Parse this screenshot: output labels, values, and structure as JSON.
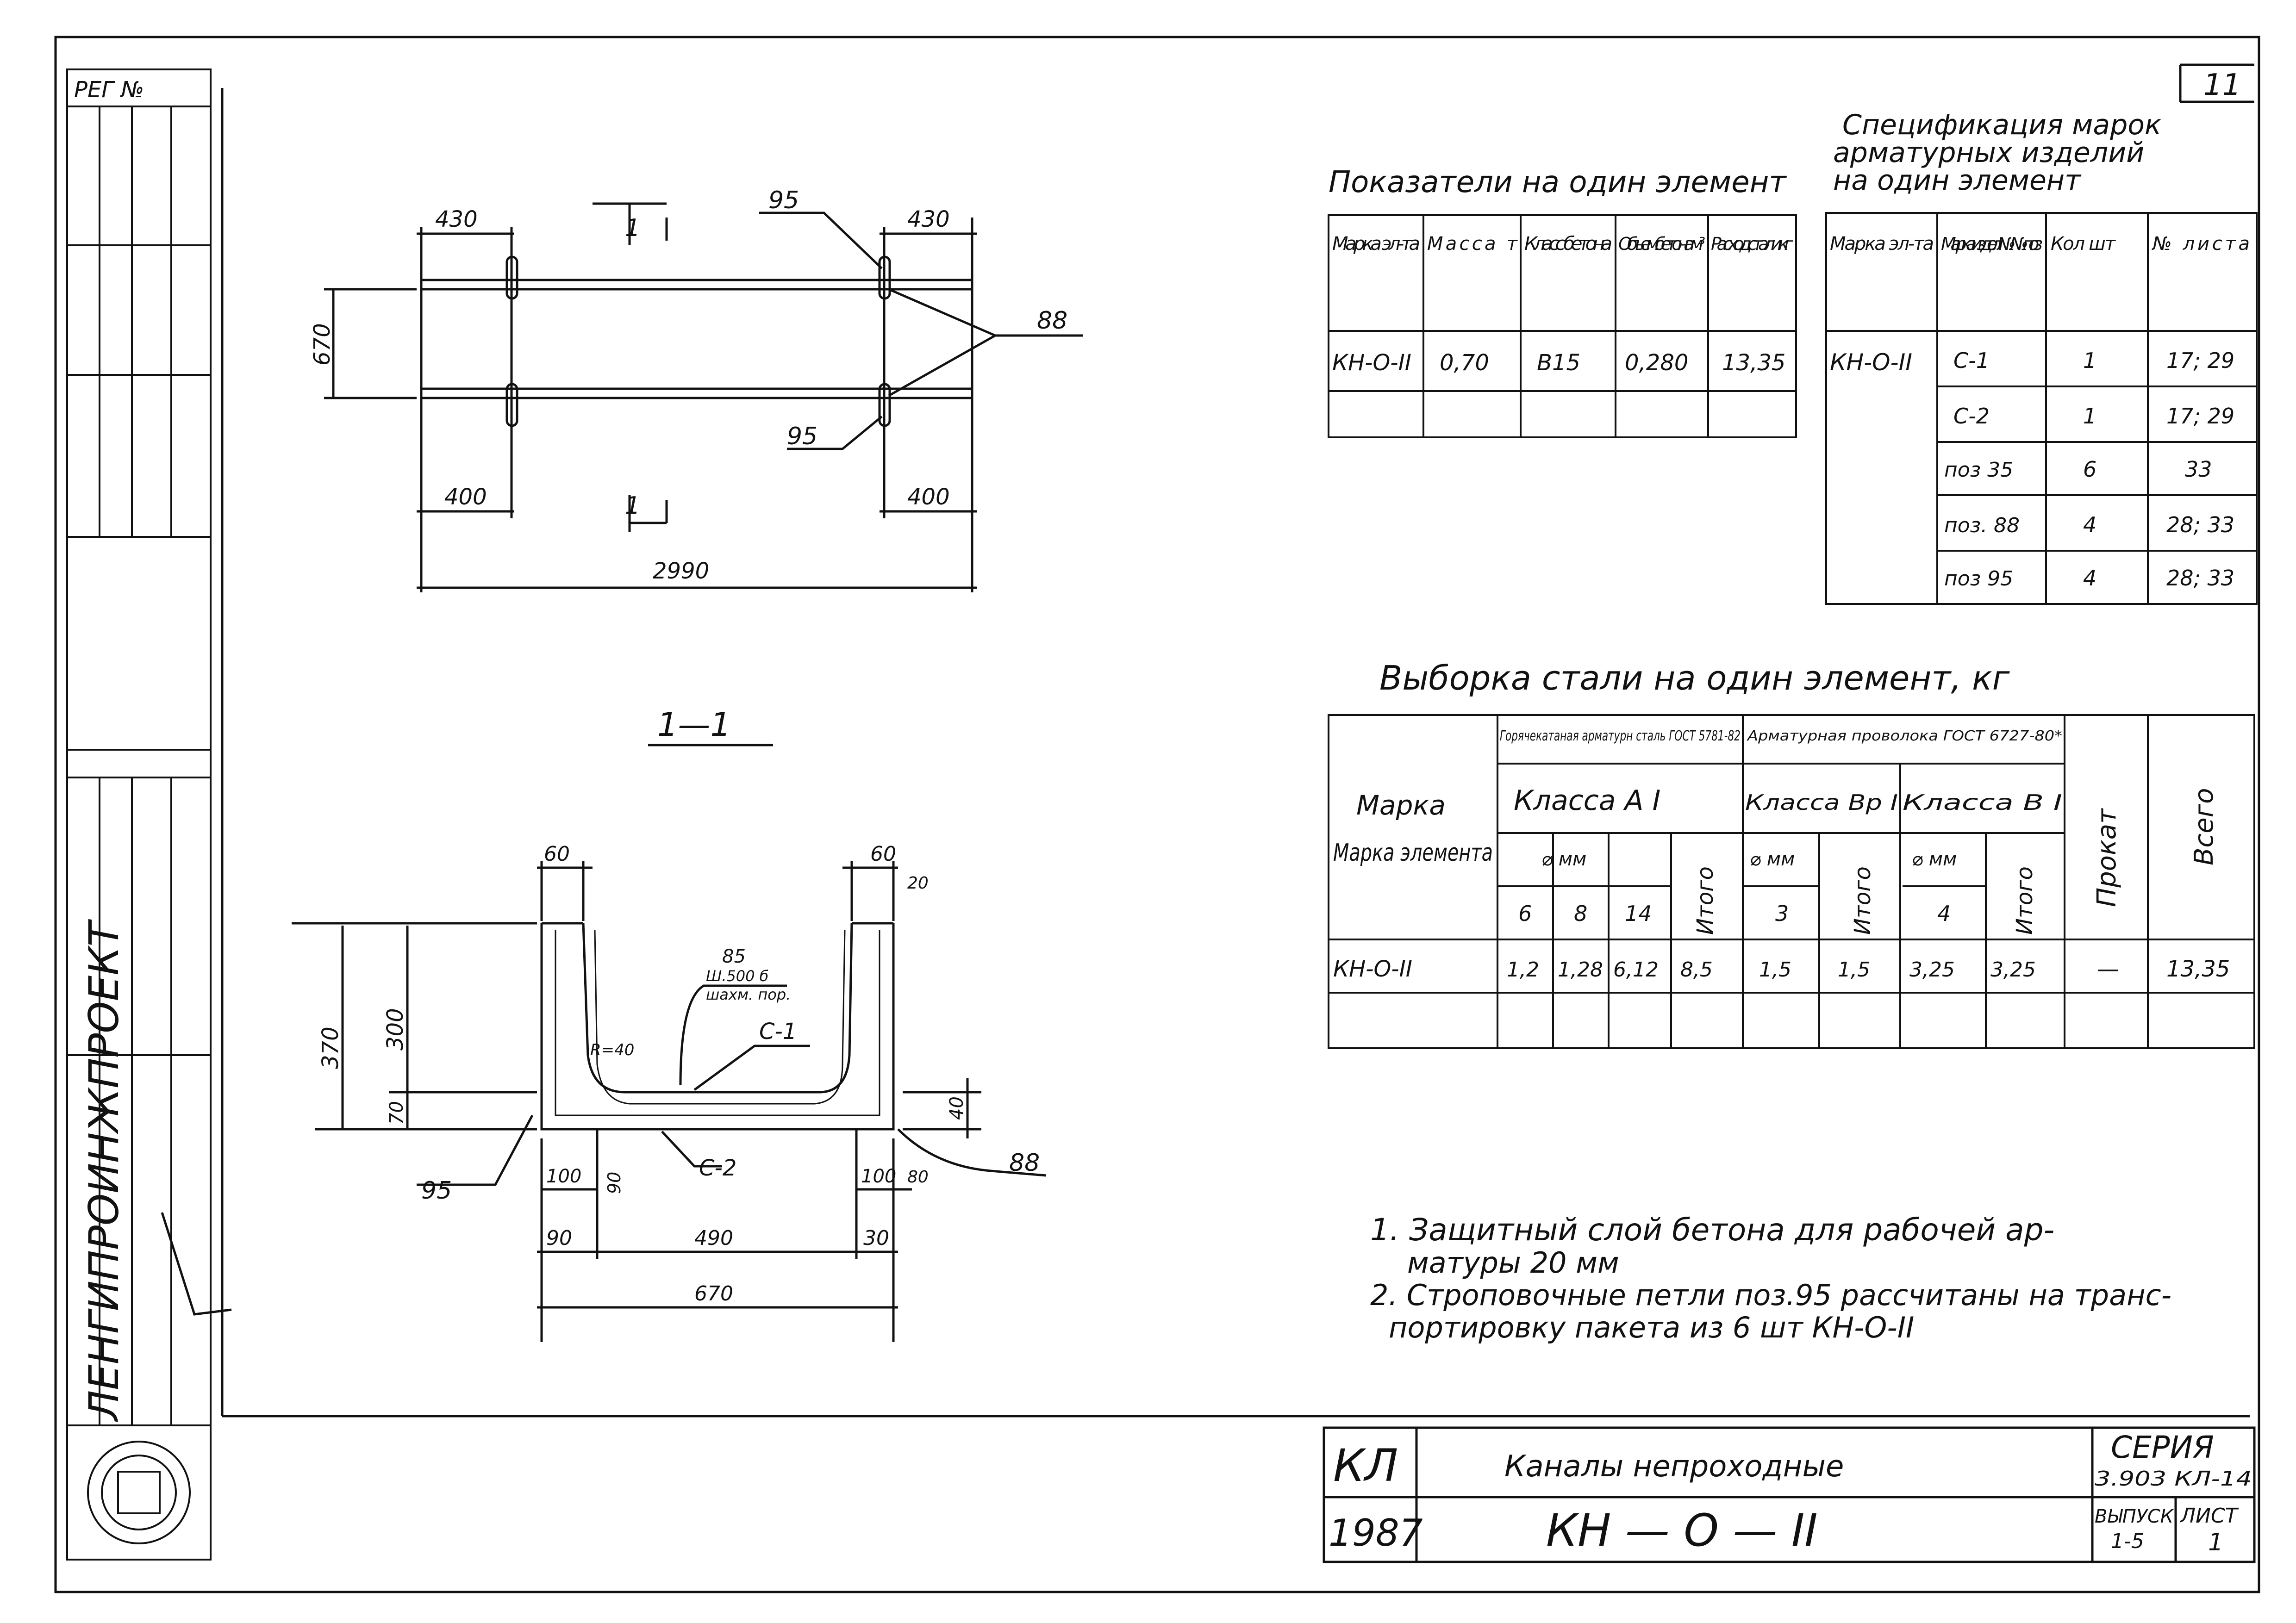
{
  "sheet_number": "11",
  "left_strip": {
    "ref": "РЕГ №",
    "org": "ЛЕНГИПРОИНЖПРОЕКТ"
  },
  "indicators": {
    "title": "Показатели на один элемент",
    "headers": [
      "Марка эл-та",
      "Масса т",
      "Класс бетона",
      "Объем бетона м³",
      "Расход стали кг"
    ],
    "row": [
      "КН-О-II",
      "0,70",
      "В15",
      "0,280",
      "13,35"
    ]
  },
  "spec": {
    "title_l1": "Спецификация марок",
    "title_l2": "арматурных изделий",
    "title_l3": "на один элемент",
    "headers": [
      "Марка эл-та",
      "Марка издел №№поз",
      "Кол шт",
      "№ листа"
    ],
    "element": "КН-О-II",
    "rows": [
      [
        "С-1",
        "1",
        "17; 29"
      ],
      [
        "С-2",
        "1",
        "17; 29"
      ],
      [
        "поз 35",
        "6",
        "33"
      ],
      [
        "поз. 88",
        "4",
        "28; 33"
      ],
      [
        "поз 95",
        "4",
        "28; 33"
      ]
    ]
  },
  "steel": {
    "title": "Выборка стали на один элемент, кг",
    "h_mark": "Марка элемента",
    "h_hot": "Горячекатаная арматурн сталь ГОСТ 5781-82",
    "h_wire": "Арматурная проволока ГОСТ 6727-80*",
    "h_class_a": "Класса А I",
    "h_class_bp": "Класса Вр I",
    "h_class_b": "Класса В I",
    "h_dia": "⌀ мм",
    "h_total_sub": "Итого",
    "h_prokat": "Прокат",
    "h_total": "Всего",
    "dia_a": [
      "6",
      "8",
      "14"
    ],
    "dia_bp": "3",
    "dia_b": "4",
    "row": [
      "КН-О-II",
      "1,2",
      "1,28",
      "6,12",
      "8,5",
      "1,5",
      "1,5",
      "3,25",
      "3,25",
      "—",
      "13,35"
    ]
  },
  "plan": {
    "dims": {
      "top_l": "430",
      "top_r": "430",
      "left": "670",
      "bot_l": "400",
      "bot_r": "400",
      "total": "2990"
    },
    "labels": {
      "p95_top": "95",
      "p95_bot": "95",
      "p88": "88"
    },
    "cut": "1"
  },
  "section": {
    "title": "1—1",
    "dims": {
      "top_l": "60",
      "top_r": "60",
      "r20": "20",
      "h370": "370",
      "h300": "300",
      "h70": "70",
      "h40": "40",
      "radius": "R=40",
      "b100l": "100",
      "b90": "90",
      "b100r": "100",
      "b80": "80",
      "w90": "90",
      "w490": "490",
      "w30": "30",
      "w670": "670"
    },
    "labels": {
      "n85": "85",
      "n85b": "Ш.500 б",
      "n85c": "шахм. пор.",
      "c1": "С-1",
      "c2": "С-2",
      "p95": "95",
      "p88": "88"
    }
  },
  "notes": [
    "1. Защитный слой бетона для рабочей ар-",
    "матуры 20 мм",
    "2. Строповочные петли поз.95 рассчитаны на транс-",
    "портировку пакета из 6 шт КН-О-II"
  ],
  "titleblock": {
    "code": "КЛ",
    "year": "1987",
    "name": "Каналы непроходные",
    "mark": "КН — О — II",
    "series_label": "СЕРИЯ",
    "series": "3.903 КЛ-14",
    "issue_label": "ВЫПУСК",
    "issue": "1-5",
    "sheet_label": "ЛИСТ",
    "sheet": "1"
  }
}
